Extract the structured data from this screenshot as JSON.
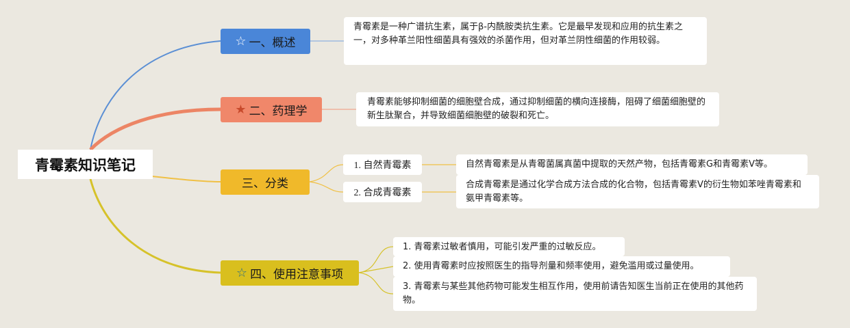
{
  "root": {
    "title": "青霉素知识笔记"
  },
  "colors": {
    "background": "#ebe8e0",
    "branch1": "#4a86d8",
    "branch2": "#f0876a",
    "branch3": "#f0b92a",
    "branch4": "#d9bf1e",
    "link_blue": "#5b8fd4",
    "link_orange": "#ec8565",
    "link_yellow": "#f0c044",
    "link_gold": "#d6c22a"
  },
  "branches": [
    {
      "label": "一、概述",
      "icon": "star-outline-icon",
      "detail": "青霉素是一种广谱抗生素，属于β-内酰胺类抗生素。它是最早发现和应用的抗生素之一，对多种革兰阳性细菌具有强效的杀菌作用，但对革兰阴性细菌的作用较弱。"
    },
    {
      "label": "二、药理学",
      "icon": "star-filled-icon",
      "detail": "青霉素能够抑制细菌的细胞壁合成，通过抑制细菌的横向连接酶，阻碍了细菌细胞壁的新生肽聚合，并导致细菌细胞壁的破裂和死亡。"
    },
    {
      "label": "三、分类",
      "subs": [
        {
          "label": "1. 自然青霉素",
          "detail": "自然青霉素是从青霉菌属真菌中提取的天然产物，包括青霉素G和青霉素V等。"
        },
        {
          "label": "2. 合成青霉素",
          "detail": "合成青霉素是通过化学合成方法合成的化合物，包括青霉素V的衍生物如苯唑青霉素和氨甲青霉素等。"
        }
      ]
    },
    {
      "label": "四、使用注意事项",
      "icon": "star-outline-icon",
      "items": [
        "1. 青霉素过敏者慎用，可能引发严重的过敏反应。",
        "2. 使用青霉素时应按照医生的指导剂量和频率使用，避免滥用或过量使用。",
        "3. 青霉素与某些其他药物可能发生相互作用，使用前请告知医生当前正在使用的其他药物。"
      ]
    }
  ]
}
